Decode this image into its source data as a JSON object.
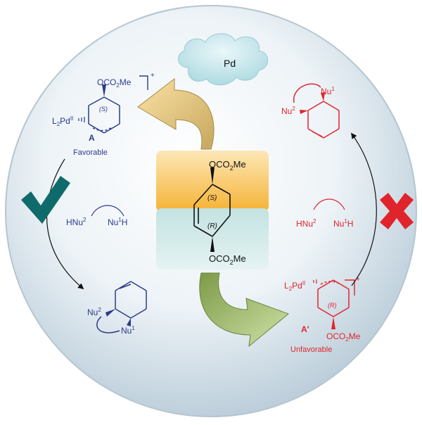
{
  "colors": {
    "favorable": "#2b3b8c",
    "unfavorable": "#e0242b",
    "check": "#0f6b6b",
    "cross": "#e0242b",
    "top_box": "#f5b335",
    "bottom_box": "#8fc6c6",
    "cloud": "#c9e9ee",
    "sphere": "#dbe7ef"
  },
  "icons": {
    "check": "check-mark-icon",
    "cross": "cross-mark-icon",
    "cloud": "cloud-icon"
  },
  "catalyst": {
    "label": "Pd"
  },
  "center_compound": {
    "top_substituent": "OCO",
    "top_sub_index": "2",
    "top_sub_tail": "Me",
    "top_stereo": "(S)",
    "bottom_stereo": "(R)",
    "bottom_substituent": "OCO",
    "bottom_sub_index": "2",
    "bottom_sub_tail": "Me"
  },
  "left_pathway": {
    "intermediate": {
      "substituent": "OCO",
      "sub_index": "2",
      "sub_tail": "Me",
      "charge": "+",
      "metal_prefix": "L",
      "metal_index": "2",
      "metal": "Pd",
      "oxidation": "II",
      "stereo": "(S)",
      "label": "A",
      "status": "Favorable"
    },
    "nucleophile_1": {
      "base": "HNu",
      "sup": "2"
    },
    "nucleophile_2": {
      "base": "Nu",
      "sup": "1",
      "tail": "H"
    },
    "product": {
      "nu2_base": "Nu",
      "nu2_sup": "2",
      "nu1_base": "Nu",
      "nu1_sup": "1"
    }
  },
  "right_pathway": {
    "intermediate": {
      "substituent": "OCO",
      "sub_index": "2",
      "sub_tail": "Me",
      "charge": "+",
      "metal_prefix": "L",
      "metal_index": "2",
      "metal": "Pd",
      "oxidation": "II",
      "stereo": "(R)",
      "label": "A'",
      "status": "Unfavorable"
    },
    "nucleophile_1": {
      "base": "HNu",
      "sup": "2"
    },
    "nucleophile_2": {
      "base": "Nu",
      "sup": "1",
      "tail": "H"
    },
    "product": {
      "nu1_base": "Nu",
      "nu1_sup": "1",
      "nu2_base": "Nu",
      "nu2_sup": "2"
    }
  }
}
